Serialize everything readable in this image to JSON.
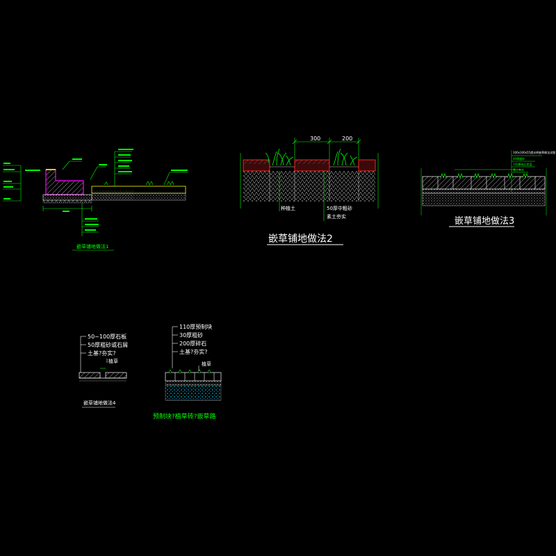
{
  "colors": {
    "background": "#000000",
    "green": "#00ff00",
    "white": "#ffffff",
    "red": "#ff2020",
    "magenta": "#ff00ff",
    "yellow": "#ffff00",
    "dim": "#b0b0b0"
  },
  "detail2": {
    "title": "嵌草铺地做法2",
    "dim_left": "300",
    "dim_right": "200",
    "label_left": "种植土",
    "label_right": "50厚中粗砂",
    "label_right_2": "素土夯实"
  },
  "detail3": {
    "title": "嵌草铺地做法3",
    "note_1": "100x100x55透水砖嵌草做法详图",
    "note_2": "40厚细砂",
    "note_3": "150厚碎石垫层",
    "note_4": "素土夯实"
  },
  "detail4": {
    "title": "嵌草铺地做法4",
    "layer_1": "50~100厚石板",
    "layer_2": "50厚粗砂或石屑",
    "layer_3": "土基?夯实?",
    "label_grass": "植草"
  },
  "detail5": {
    "title": "预制块?植草砖?嵌草路",
    "layer_1": "110厚预制块",
    "layer_2": "30厚粗砂",
    "layer_3": "200厚碎石",
    "layer_4": "土基?夯实?",
    "label_grass": "植草"
  },
  "detail1": {
    "title": "嵌草铺地做法1"
  }
}
